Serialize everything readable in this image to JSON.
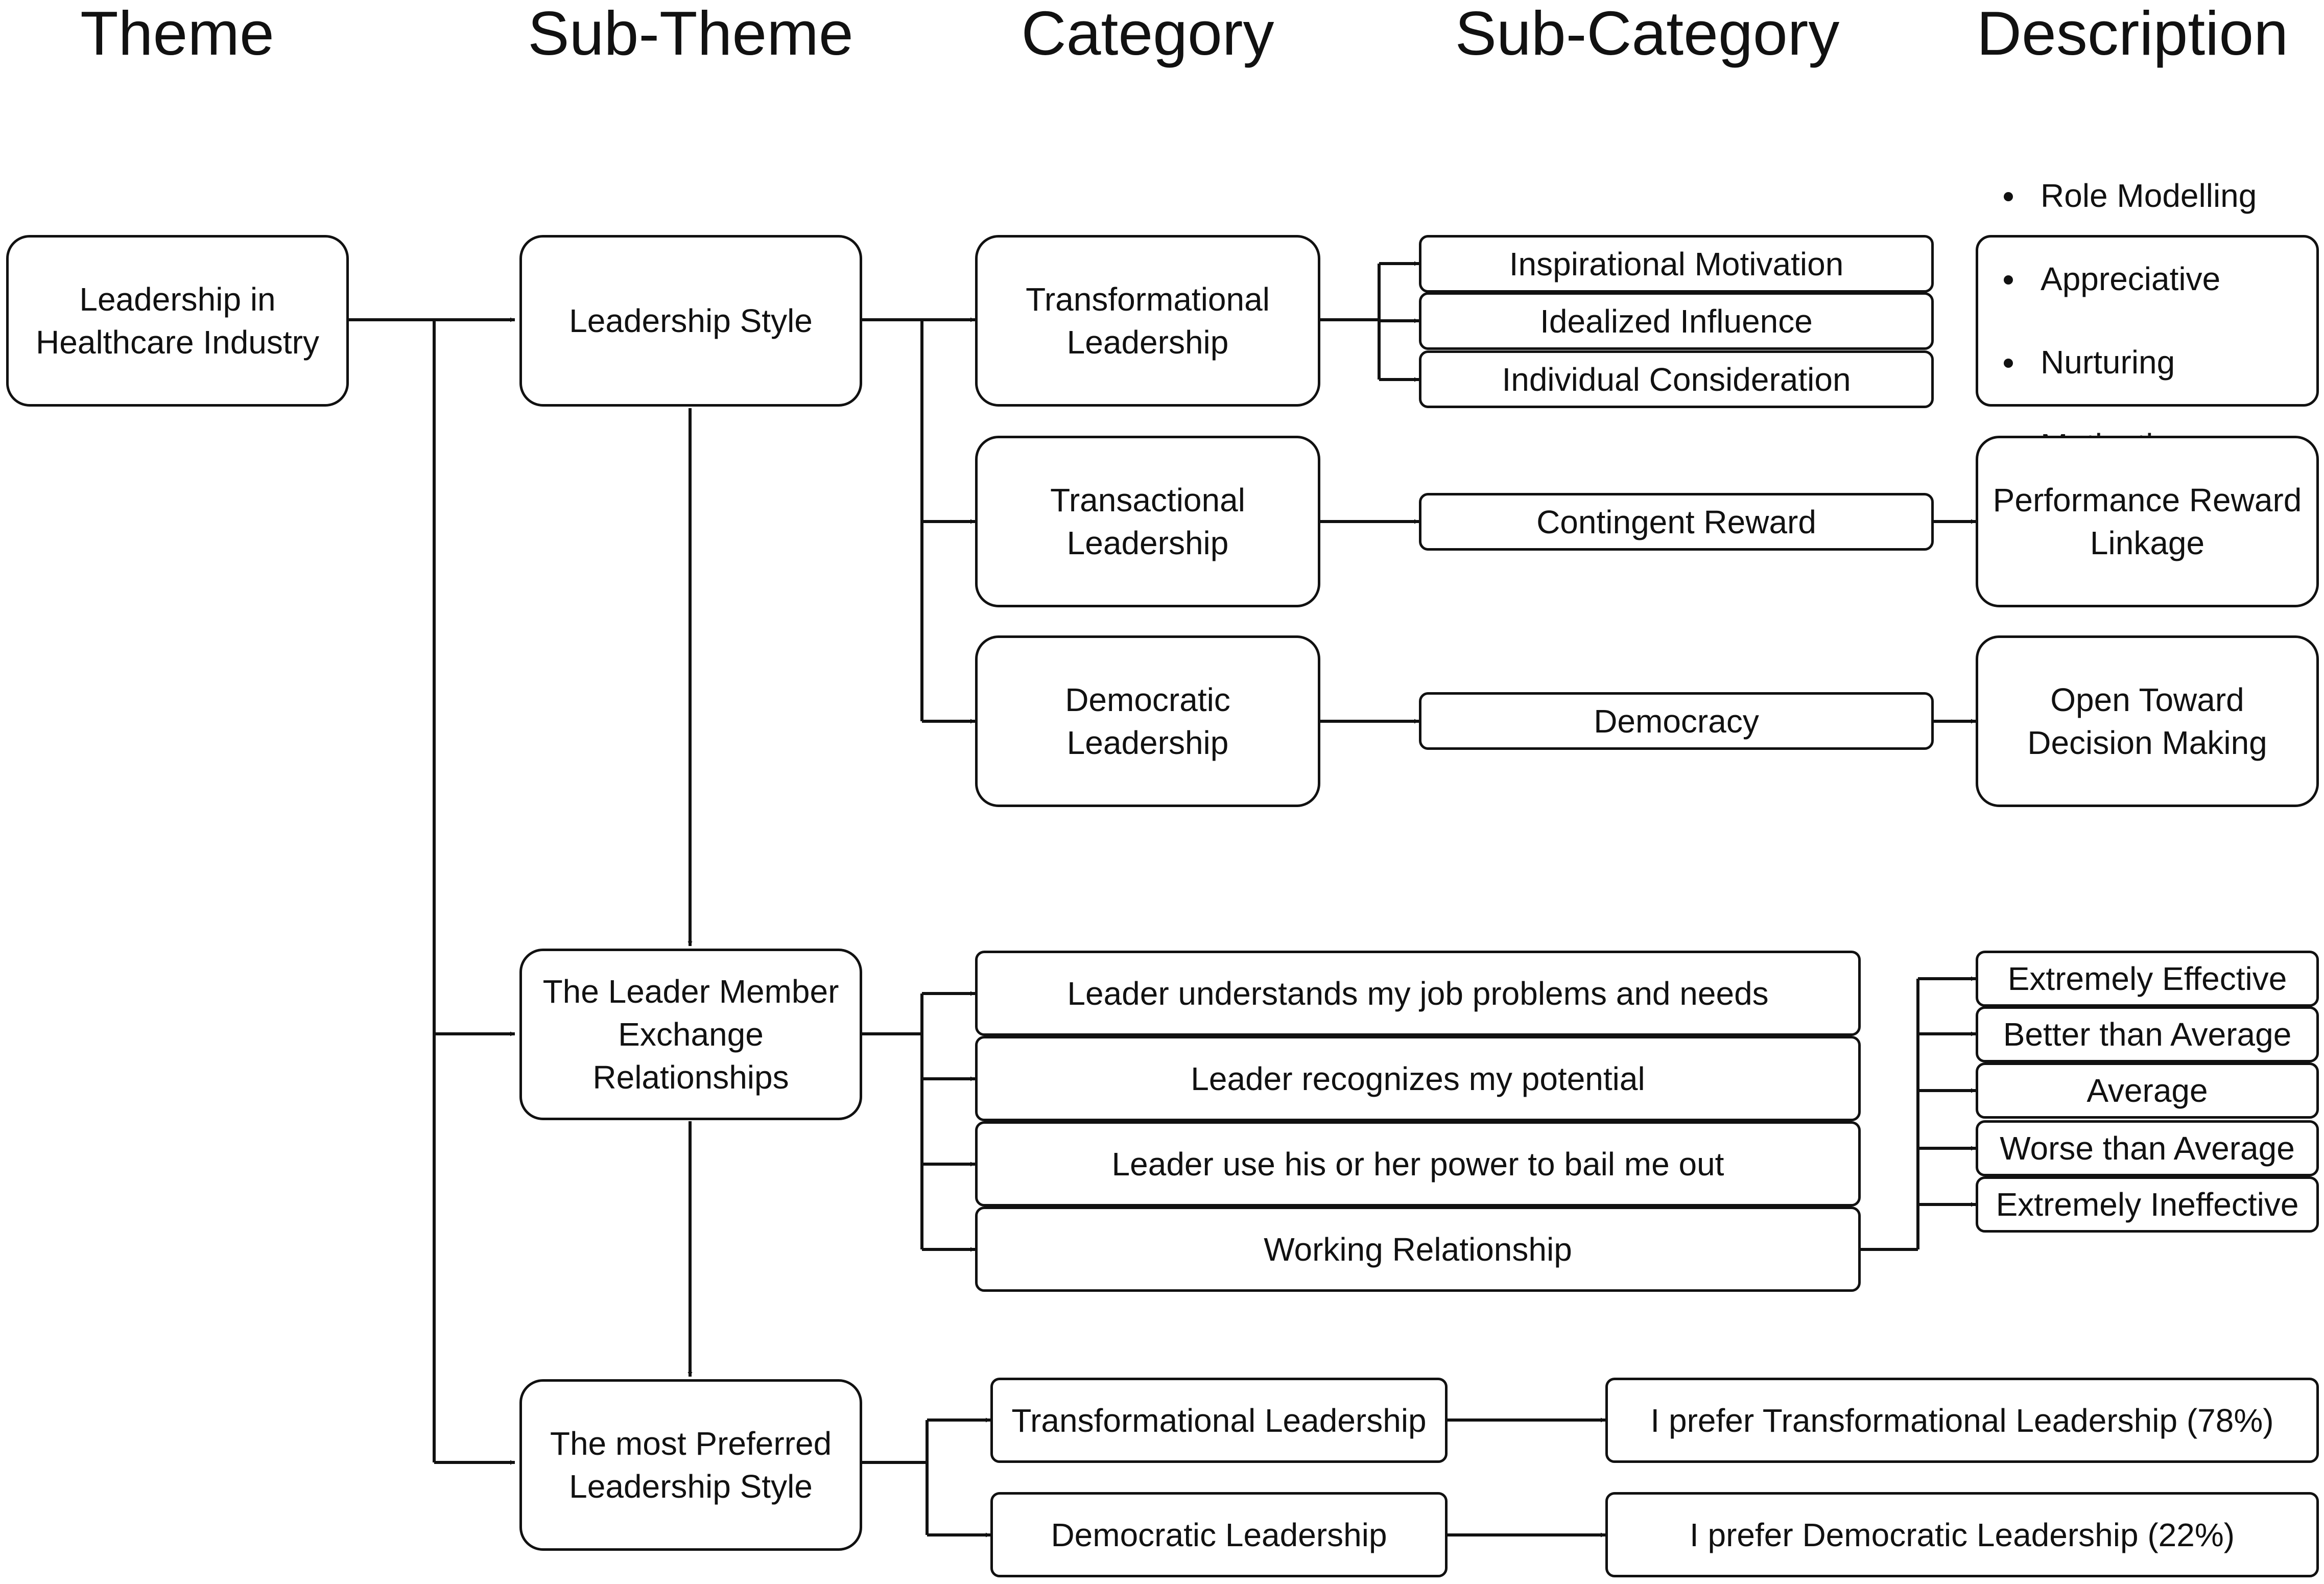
{
  "header": {
    "theme": "Theme",
    "sub_theme": "Sub-Theme",
    "category": "Category",
    "sub_category": "Sub-Category",
    "description": "Description"
  },
  "theme": {
    "label": "Leadership in\nHealthcare Industry"
  },
  "sub_themes": {
    "leadership_style": "Leadership Style",
    "lmx": "The Leader Member\nExchange\nRelationships",
    "preferred": "The most Preferred\nLeadership Style"
  },
  "categories": {
    "transformational": "Transformational\nLeadership",
    "transactional": "Transactional\nLeadership",
    "democratic": "Democratic\nLeadership",
    "lmx_items": [
      "Leader understands my job problems and needs",
      "Leader recognizes my potential",
      "Leader use his or her power to bail me out",
      "Working Relationship"
    ],
    "preferred_items": [
      "Transformational Leadership",
      "Democratic Leadership"
    ]
  },
  "sub_categories": {
    "transformational_items": [
      "Inspirational Motivation",
      "Idealized Influence",
      "Individual Consideration"
    ],
    "contingent_reward": "Contingent Reward",
    "democracy": "Democracy",
    "preferred_results": [
      "I prefer Transformational Leadership (78%)",
      "I prefer Democratic Leadership (22%)"
    ]
  },
  "descriptions": {
    "transformational_bullets": [
      "Role Modelling",
      "Appreciative",
      "Nurturing",
      "Motivating"
    ],
    "performance_reward": "Performance Reward\nLinkage",
    "open_decision": "Open Toward\nDecision Making",
    "working_ratings": [
      "Extremely Effective",
      "Better than Average",
      "Average",
      "Worse than Average",
      "Extremely Ineffective"
    ]
  }
}
